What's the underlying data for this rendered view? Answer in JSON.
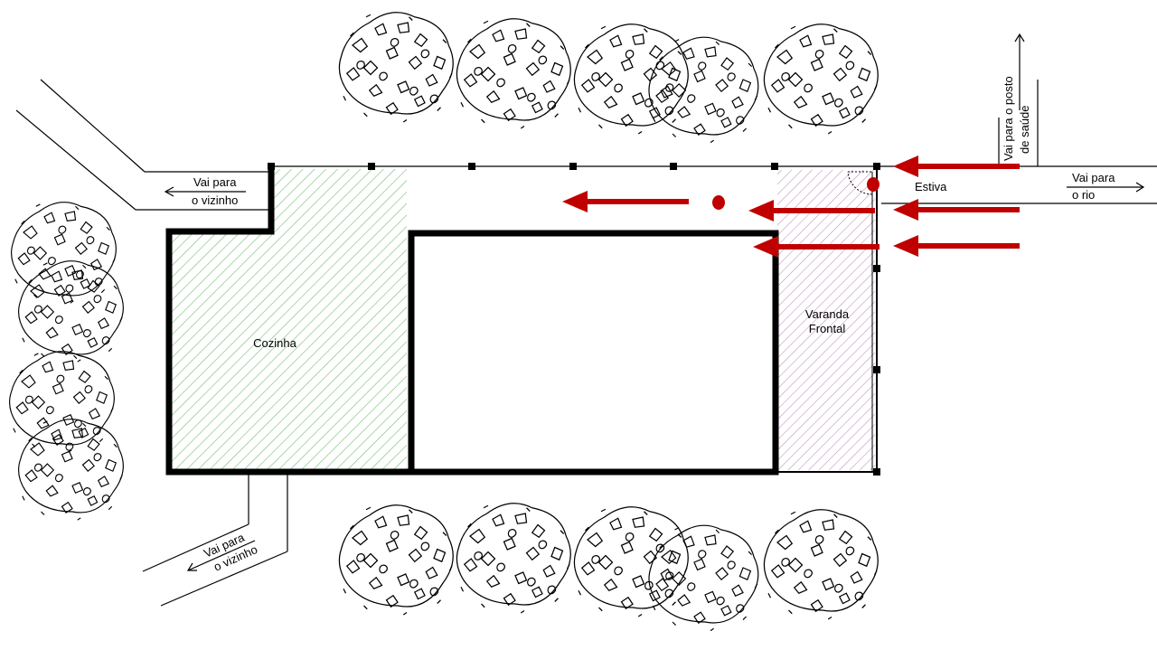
{
  "title": "",
  "labels": {
    "kitchen": "Cozinha",
    "porch_line1": "Varanda",
    "porch_line2": "Frontal",
    "estiva": "Estiva",
    "neighbor_top_line1": "Vai para",
    "neighbor_top_line2": "o vizinho",
    "neighbor_bottom_line1": "Vai para",
    "neighbor_bottom_line2": "o vizinho",
    "river_line1": "Vai para",
    "river_line2": "o rio",
    "health_line1": "Vai para o posto",
    "health_line2": "de saúde"
  },
  "colors": {
    "kitchen_hatch": "#5cae5c",
    "porch_hatch": "#b07ab0",
    "flow_arrow": "#c00000",
    "wall": "#000000"
  },
  "icons": [
    "tree-icon",
    "arrow-left-icon",
    "arrow-right-icon",
    "arrow-up-icon",
    "red-dot-icon"
  ]
}
